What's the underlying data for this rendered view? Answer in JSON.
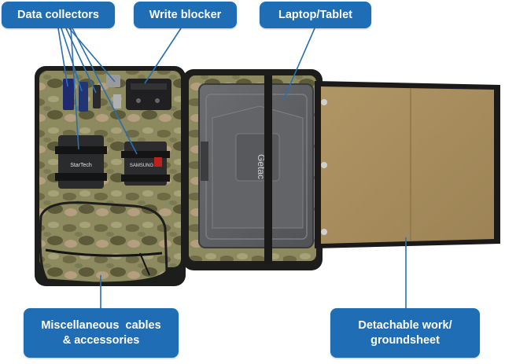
{
  "callouts": {
    "data_collectors": "Data collectors",
    "write_blocker": "Write blocker",
    "laptop_tablet": "Laptop/Tablet",
    "misc_line1": "Miscellaneous  cables",
    "misc_line2": "& accessories",
    "sheet_line1": "Detachable work/",
    "sheet_line2": "groundsheet"
  },
  "devices": {
    "laptop_brand": "Getac",
    "drive_brand": "StarTech",
    "drive2_brand": "SAMSUNG"
  },
  "colors": {
    "callout_blue": "#1f6db4",
    "leader_blue": "#2a6fb0",
    "camo_base": "#8c8a5e",
    "groundsheet": "#a98e5f",
    "laptop_gray": "#5d5f61"
  }
}
